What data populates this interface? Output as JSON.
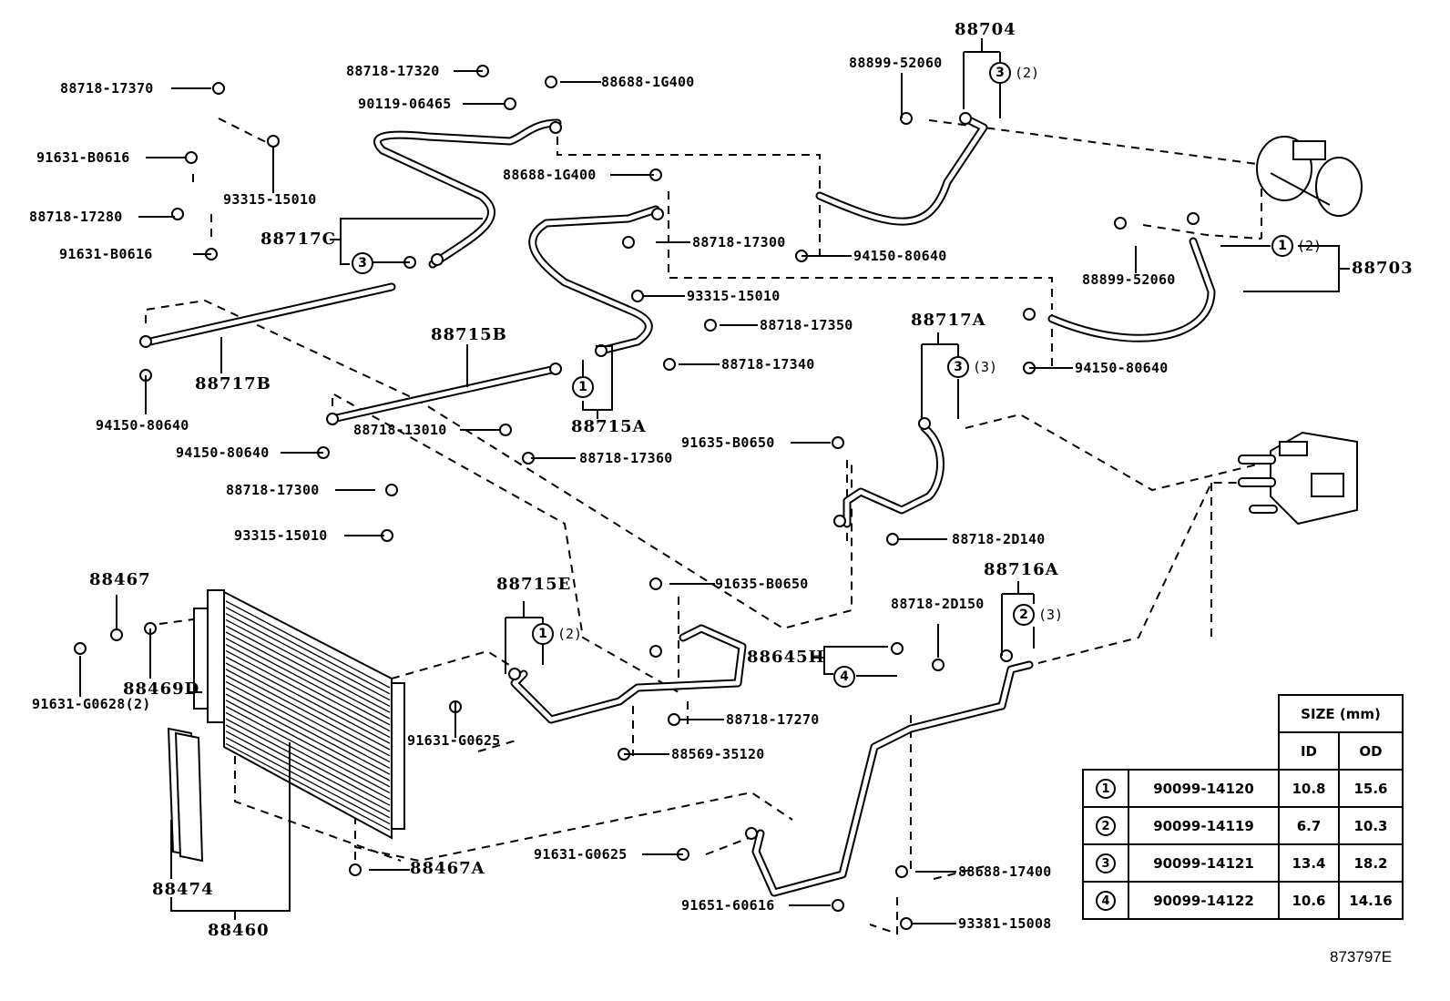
{
  "diagram": {
    "title": "Air conditioner piping parts diagram",
    "diagram_id": "873797E"
  },
  "labels": {
    "p88718_17370": "88718-17370",
    "p91631_B0616_a": "91631-B0616",
    "p93315_15010_a": "93315-15010",
    "p88718_17280": "88718-17280",
    "p91631_B0616_b": "91631-B0616",
    "p88717C": "88717C",
    "p88718_17320": "88718-17320",
    "p90119_06465": "90119-06465",
    "p88688_1G400_a": "88688-1G400",
    "p88688_1G400_b": "88688-1G400",
    "p88704": "88704",
    "p88899_52060_a": "88899-52060",
    "p88718_17300_a": "88718-17300",
    "p94150_80640_a": "94150-80640",
    "p93315_15010_b": "93315-15010",
    "p88718_17350": "88718-17350",
    "p88718_17340": "88718-17340",
    "p88899_52060_b": "88899-52060",
    "p88703": "88703",
    "p94150_80640_b": "94150-80640",
    "p88717A": "88717A",
    "p88717B": "88717B",
    "p94150_80640_c": "94150-80640",
    "p88715B": "88715B",
    "p88718_13010": "88718-13010",
    "p94150_80640_d": "94150-80640",
    "p88715A": "88715A",
    "p88718_17360": "88718-17360",
    "p91635_B0650_a": "91635-B0650",
    "p88718_17300_b": "88718-17300",
    "p93315_15010_c": "93315-15010",
    "p88718_2D140": "88718-2D140",
    "p88467": "88467",
    "p88715E": "88715E",
    "p91635_B0650_b": "91635-B0650",
    "p88716A": "88716A",
    "p88718_2D150": "88718-2D150",
    "p88469D": "88469D",
    "p91631_G0628": "91631-G0628",
    "p88645H": "88645H",
    "p91631_G0625_a": "91631-G0625",
    "p88718_17270": "88718-17270",
    "p88569_35120": "88569-35120",
    "p91631_G0625_b": "91631-G0625",
    "p88688_17400": "88688-17400",
    "p91651_60616": "91651-60616",
    "p93381_15008": "93381-15008",
    "p88474": "88474",
    "p88467A": "88467A",
    "p88460": "88460"
  },
  "quantities": {
    "q88704": "(2)",
    "q88703": "(2)",
    "q88717A": "(3)",
    "q88715E": "(2)",
    "q88716A": "(3)",
    "q91631_G0628": "(2)"
  },
  "callouts": {
    "c88704": "3",
    "c88717C": "3",
    "c88703": "1",
    "c88717A": "3",
    "c88715A": "1",
    "c88715E": "1",
    "c88716A": "2",
    "c88645H": "4"
  },
  "size_table": {
    "header": "SIZE (mm)",
    "col_id": "ID",
    "col_od": "OD",
    "rows": [
      {
        "ref": "1",
        "part": "90099-14120",
        "id": "10.8",
        "od": "15.6"
      },
      {
        "ref": "2",
        "part": "90099-14119",
        "id": "6.7",
        "od": "10.3"
      },
      {
        "ref": "3",
        "part": "90099-14121",
        "id": "13.4",
        "od": "18.2"
      },
      {
        "ref": "4",
        "part": "90099-14122",
        "id": "10.6",
        "od": "14.16"
      }
    ]
  }
}
